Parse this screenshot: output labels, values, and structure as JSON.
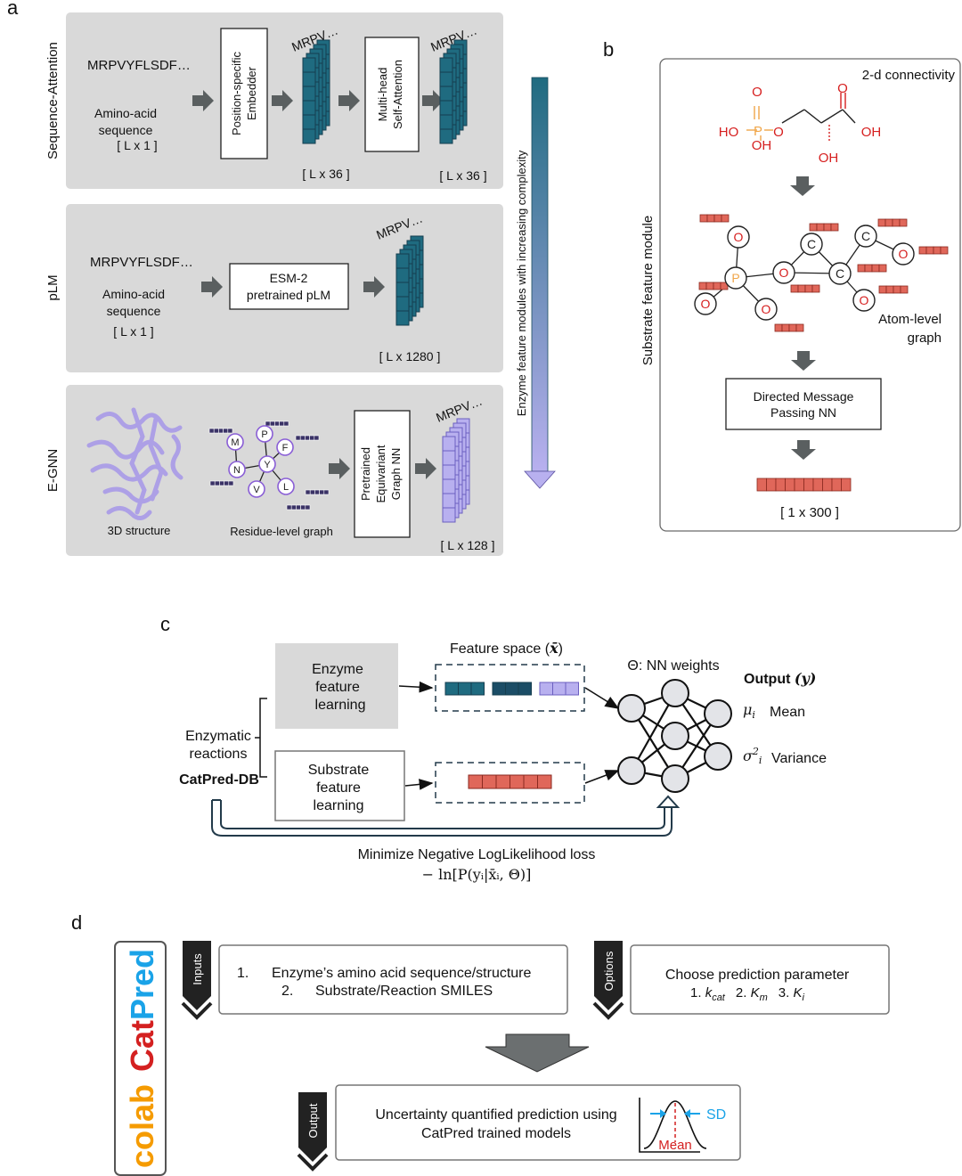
{
  "panels": {
    "a": "a",
    "b": "b",
    "c": "c",
    "d": "d"
  },
  "panel_a": {
    "rows": [
      {
        "label": "Sequence-Attention",
        "seq": "MRPVYFLSDF…",
        "input": [
          "Amino-acid",
          "sequence",
          "[ L x 1 ]"
        ],
        "box1": [
          "Position-specific",
          "Embedder"
        ],
        "mrpv1": "MRPV…",
        "dim1": "[ L x 36 ]",
        "box2": [
          "Multi-head",
          "Self-Attention"
        ],
        "mrpv2": "MRPV…",
        "dim2": "[ L x 36 ]"
      },
      {
        "label": "pLM",
        "seq": "MRPVYFLSDF…",
        "input": [
          "Amino-acid",
          "sequence",
          "[ L x 1 ]"
        ],
        "box1": [
          "ESM-2",
          "pretrained pLM"
        ],
        "mrpv1": "MRPV…",
        "dim1": "[ L x 1280 ]"
      },
      {
        "label": "E-GNN",
        "structure_label": "3D structure",
        "graph_label": "Residue-level graph",
        "box1": [
          "Pretrained",
          "Equivariant",
          "Graph NN"
        ],
        "mrpv1": "MRPV…",
        "dim1": "[ L x 128 ]",
        "residues": [
          "M",
          "P",
          "F",
          "N",
          "Y",
          "V",
          "L"
        ]
      }
    ],
    "complexity_arrow": "Enzyme feature modules with increasing complexity"
  },
  "panel_b": {
    "side_label": "Substrate feature module",
    "connectivity": "2-d connectivity",
    "molecule_labels": [
      "O",
      "P",
      "HO",
      "OH",
      "O",
      "O",
      "OH",
      "OH"
    ],
    "graph_atoms": [
      "O",
      "P",
      "O",
      "O",
      "O",
      "C",
      "C",
      "C",
      "O",
      "O"
    ],
    "graph_label": [
      "Atom-level",
      "graph"
    ],
    "mpnn": [
      "Directed Message",
      "Passing NN"
    ],
    "dim": "[ 1 x 300 ]"
  },
  "panel_c": {
    "enzyme_box": [
      "Enzyme",
      "feature",
      "learning"
    ],
    "substrate_box": [
      "Substrate",
      "feature",
      "learning"
    ],
    "reactions": [
      "Enzymatic",
      "reactions"
    ],
    "db": "CatPred-DB",
    "feature_space": "Feature space (",
    "feature_symbol": "x̄",
    "nn_weights": "Θ: NN weights",
    "output_title": "Output",
    "output_symbol": "(y)",
    "mean_label": "Mean",
    "variance_label": "Variance",
    "mu_symbol": "μ",
    "sigma_symbol": "σ",
    "loss_title": "Minimize Negative LogLikelihood loss",
    "loss_formula": "− ln[P(yᵢ|x̄ᵢ, Θ)]"
  },
  "panel_d": {
    "logo_colab": "colab",
    "logo_catpred_cat": "Cat",
    "logo_catpred_pred": "Pred",
    "inputs_tag": "Inputs",
    "inputs": [
      "1.",
      "Enzyme’s amino acid sequence/structure",
      "2.",
      "Substrate/Reaction SMILES"
    ],
    "options_tag": "Options",
    "options_title": "Choose prediction parameter",
    "options_params": [
      "1.",
      "k",
      "cat",
      "2.",
      "K",
      "m",
      "3.",
      "K",
      "i"
    ],
    "output_tag": "Output",
    "output_text": [
      "Uncertainty quantified prediction using",
      "CatPred trained models"
    ],
    "sd_label": "SD",
    "mean_label": "Mean"
  },
  "colors": {
    "panel_bg": "#d9d9d9",
    "teal": "#1f6b80",
    "teal_dark": "#153e4f",
    "lavender": "#b8b0ef",
    "lavender_dark": "#6b5fc0",
    "salmon": "#e0675a",
    "gray_arrow": "#5a5f60",
    "oxygen_red": "#d62020",
    "phosphorus": "#f0a64a",
    "sd_blue": "#1aa3e8",
    "mean_red": "#d42020"
  }
}
